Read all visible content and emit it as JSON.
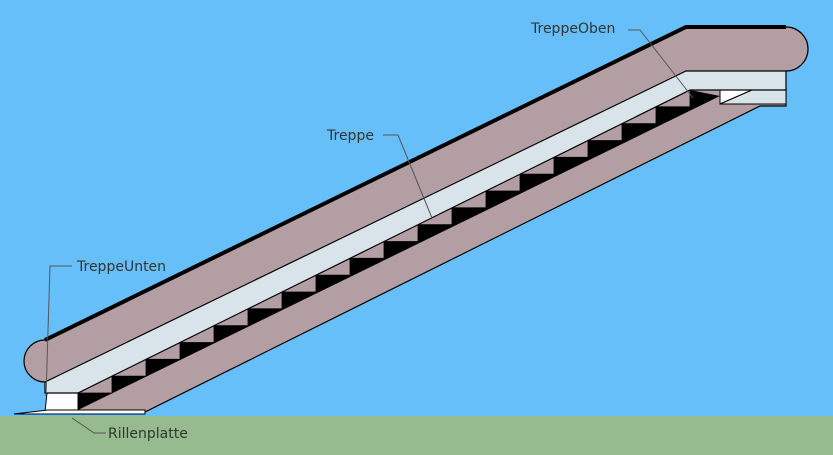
{
  "colors": {
    "sky": "#66bff8",
    "ground": "#96bb8e",
    "handrail": "#b39ea3",
    "glass": "#d8e4ea",
    "steps": "#000000",
    "outline": "#000000",
    "leader": "#555555",
    "label": "#333333"
  },
  "labels": {
    "treppe_oben": "TreppeOben",
    "treppe": "Treppe",
    "treppe_unten": "TreppeUnten",
    "rillenplatte": "Rillenplatte"
  },
  "diagram": {
    "step_count": 18
  }
}
